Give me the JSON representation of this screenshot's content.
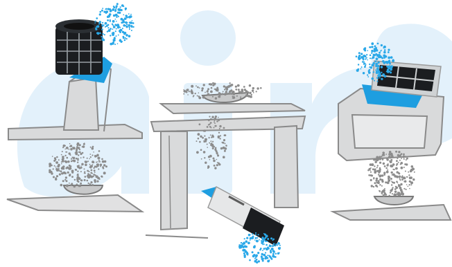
{
  "watermark": {
    "text": "airo",
    "color": "#e3f1fb"
  },
  "colors": {
    "accent_blue": "#1e9ee0",
    "particle_blue": "#2aa8e8",
    "particle_grey": "#8c8c8c",
    "appliance_grey": "#d9dadb",
    "sketch_outline": "#8a8a8a",
    "filter_black": "#1b1d20",
    "filter_silver": "#cfd2d4"
  },
  "scenes": [
    {
      "name": "chimney-hood-with-cylindrical-carbon-filter",
      "filter": "cylindrical-carbon-filter-icon"
    },
    {
      "name": "integrated-hood-with-rectangular-carbon-filter",
      "filter": "rectangular-carbon-filter-icon"
    },
    {
      "name": "box-hood-with-square-carbon-filter",
      "filter": "square-carbon-filter-icon"
    }
  ]
}
